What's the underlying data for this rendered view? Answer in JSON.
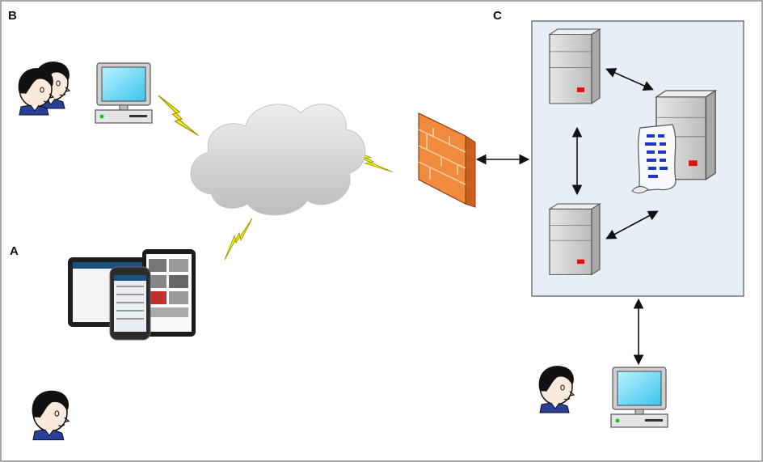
{
  "labels": {
    "panel_b": "B",
    "panel_a": "A",
    "panel_c": "C"
  },
  "colors": {
    "server_panel_bg": "#e8eef8",
    "firewall": "#f08a3c",
    "lightning": "#f4f000",
    "monitor_screen": "#5ad0f0",
    "cloud": "#d8d8d8",
    "server_body": "#d4d4d4",
    "server_led": "#e01010",
    "person_shirt": "#2a3f9a",
    "person_hair": "#111111"
  },
  "icons": [
    "user-group-icon",
    "desktop-computer-icon",
    "lightning-icon",
    "cloud-icon",
    "mobile-devices-icon",
    "user-icon",
    "firewall-icon",
    "server-icon",
    "document-scroll-icon",
    "arrow-bidirectional-icon"
  ]
}
